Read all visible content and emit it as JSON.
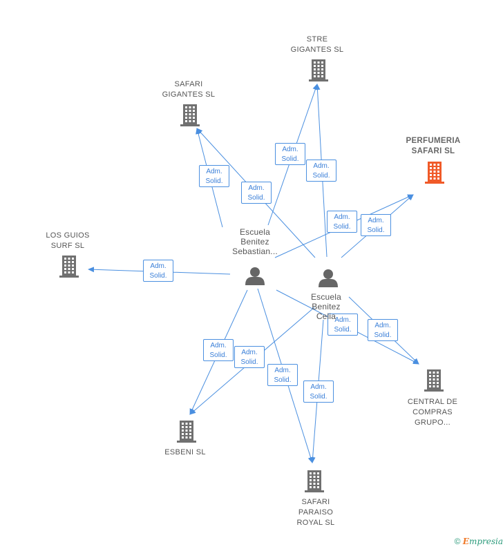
{
  "companies": [
    {
      "id": "stre",
      "lines": [
        "STRE",
        "GIGANTES SL"
      ],
      "highlight": false
    },
    {
      "id": "safari-gigantes",
      "lines": [
        "SAFARI",
        "GIGANTES SL"
      ],
      "highlight": false
    },
    {
      "id": "perfumeria",
      "lines": [
        "PERFUMERIA",
        "SAFARI SL"
      ],
      "highlight": true
    },
    {
      "id": "los-guios",
      "lines": [
        "LOS GUIOS",
        "SURF SL"
      ],
      "highlight": false
    },
    {
      "id": "central",
      "lines": [
        "CENTRAL DE",
        "COMPRAS",
        "GRUPO..."
      ],
      "highlight": false
    },
    {
      "id": "esbeni",
      "lines": [
        "ESBENI SL"
      ],
      "highlight": false
    },
    {
      "id": "safari-paraiso",
      "lines": [
        "SAFARI",
        "PARAISO",
        "ROYAL SL"
      ],
      "highlight": false
    }
  ],
  "persons": [
    {
      "id": "sebastian",
      "lines": [
        "Escuela",
        "Benitez",
        "Sebastian..."
      ]
    },
    {
      "id": "celia",
      "lines": [
        "Escuela",
        "Benitez",
        "Celia"
      ]
    }
  ],
  "relation_label": {
    "line1": "Adm.",
    "line2": "Solid."
  },
  "relations": [
    {
      "from": "sebastian",
      "to": "stre"
    },
    {
      "from": "celia",
      "to": "stre"
    },
    {
      "from": "sebastian",
      "to": "safari-gigantes"
    },
    {
      "from": "celia",
      "to": "safari-gigantes"
    },
    {
      "from": "sebastian",
      "to": "perfumeria"
    },
    {
      "from": "celia",
      "to": "perfumeria"
    },
    {
      "from": "sebastian",
      "to": "los-guios"
    },
    {
      "from": "sebastian",
      "to": "central"
    },
    {
      "from": "celia",
      "to": "central"
    },
    {
      "from": "sebastian",
      "to": "esbeni"
    },
    {
      "from": "celia",
      "to": "esbeni"
    },
    {
      "from": "sebastian",
      "to": "safari-paraiso"
    },
    {
      "from": "celia",
      "to": "safari-paraiso"
    }
  ],
  "colors": {
    "edge": "#4a8fe0",
    "building": "#707070",
    "building_highlight": "#f05a28",
    "person": "#666666"
  },
  "footer": {
    "copyright": "©",
    "brand_initial": "E",
    "brand_rest": "mpresia"
  }
}
